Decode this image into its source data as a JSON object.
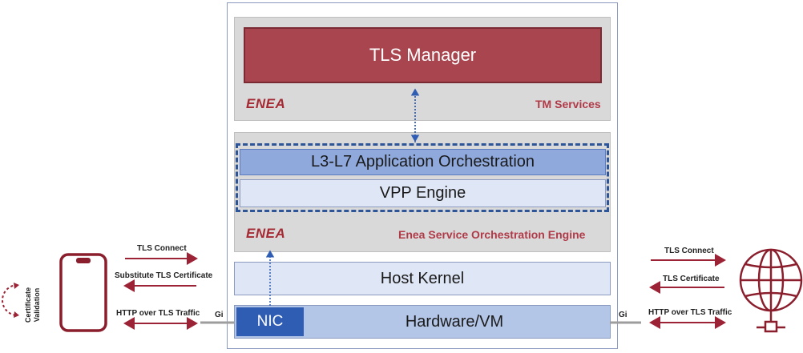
{
  "stack": {
    "tm": {
      "title": "TLS Manager",
      "logo": "ENEA",
      "label": "TM Services"
    },
    "eso": {
      "orchestration": "L3-L7 Application Orchestration",
      "engine": "VPP Engine",
      "logo": "ENEA",
      "label": "Enea Service Orchestration Engine"
    },
    "host_kernel": "Host Kernel",
    "hardware": "Hardware/VM",
    "nic": "NIC"
  },
  "left": {
    "tls_connect": "TLS Connect",
    "substitute_cert": "Substitute TLS Certificate",
    "http_traffic": "HTTP over TLS Traffic",
    "gi": "Gi",
    "cert_validation_1": "Certificate",
    "cert_validation_2": "Validation",
    "device_icon": "smartphone-icon"
  },
  "right": {
    "tls_connect": "TLS Connect",
    "tls_cert": "TLS Certificate",
    "http_traffic": "HTTP over TLS Traffic",
    "gi": "Gi",
    "server_icon": "globe-network-icon"
  },
  "colors": {
    "accent_red": "#a8454e",
    "arrow_red": "#9b2335",
    "blue": "#2f5db3"
  }
}
